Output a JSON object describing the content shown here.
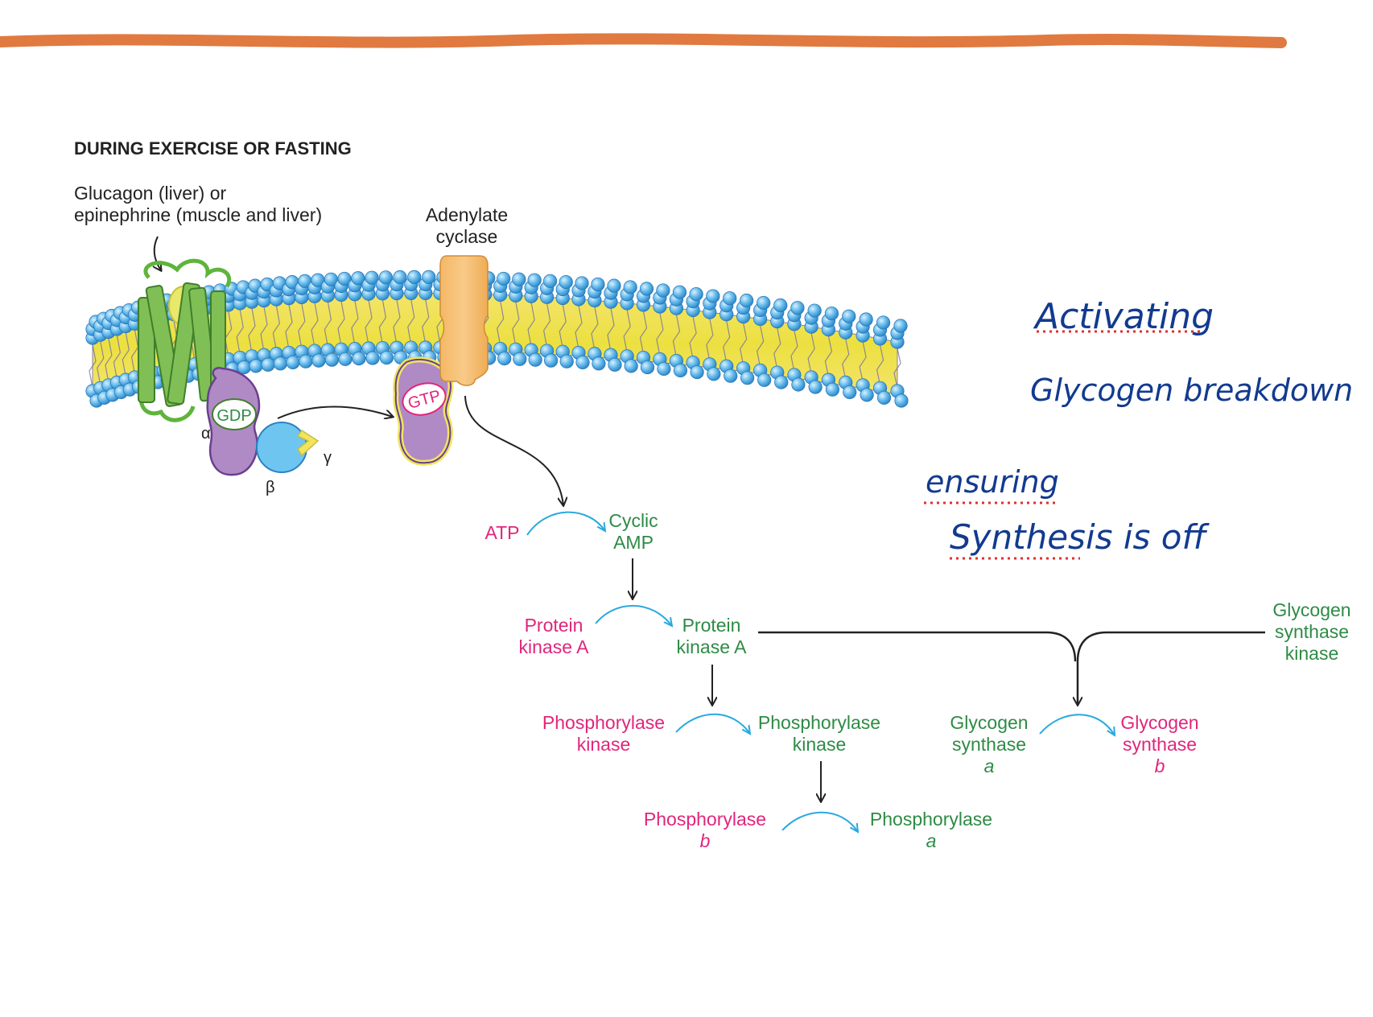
{
  "heading": "DURING EXERCISE OR FASTING",
  "hormone_label": [
    "Glucagon (liver) or",
    "epinephrine (muscle and liver)"
  ],
  "enzyme_label": [
    "Adenylate",
    "cyclase"
  ],
  "gprotein": {
    "gdp": "GDP",
    "gtp": "GTP",
    "alpha": "α",
    "beta": "β",
    "gamma": "γ"
  },
  "pathway": {
    "atp": "ATP",
    "camp": [
      "Cyclic",
      "AMP"
    ],
    "pka_inactive": [
      "Protein",
      "kinase A"
    ],
    "pka_active": [
      "Protein",
      "kinase A"
    ],
    "phk_inactive": [
      "Phosphorylase",
      "kinase"
    ],
    "phk_active": [
      "Phosphorylase",
      "kinase"
    ],
    "phos_b": [
      "Phosphorylase",
      "b"
    ],
    "phos_a": [
      "Phosphorylase",
      "a"
    ],
    "gs_a": [
      "Glycogen",
      "synthase",
      "a"
    ],
    "gs_b": [
      "Glycogen",
      "synthase",
      "b"
    ],
    "gsk": [
      "Glycogen",
      "synthase",
      "kinase"
    ]
  },
  "annotations": {
    "note1_line1": "Activating",
    "note1_line2": "Glycogen breakdown",
    "note2_line1": "ensuring",
    "note2_line2": "Synthesis is off"
  },
  "colors": {
    "inactive": "#e0267c",
    "active": "#2e8b45",
    "handwriting": "#123a8f",
    "top_stroke": "#e07a40",
    "underline_dots": "#e03030",
    "arrow_cycle": "#29a9e0"
  }
}
